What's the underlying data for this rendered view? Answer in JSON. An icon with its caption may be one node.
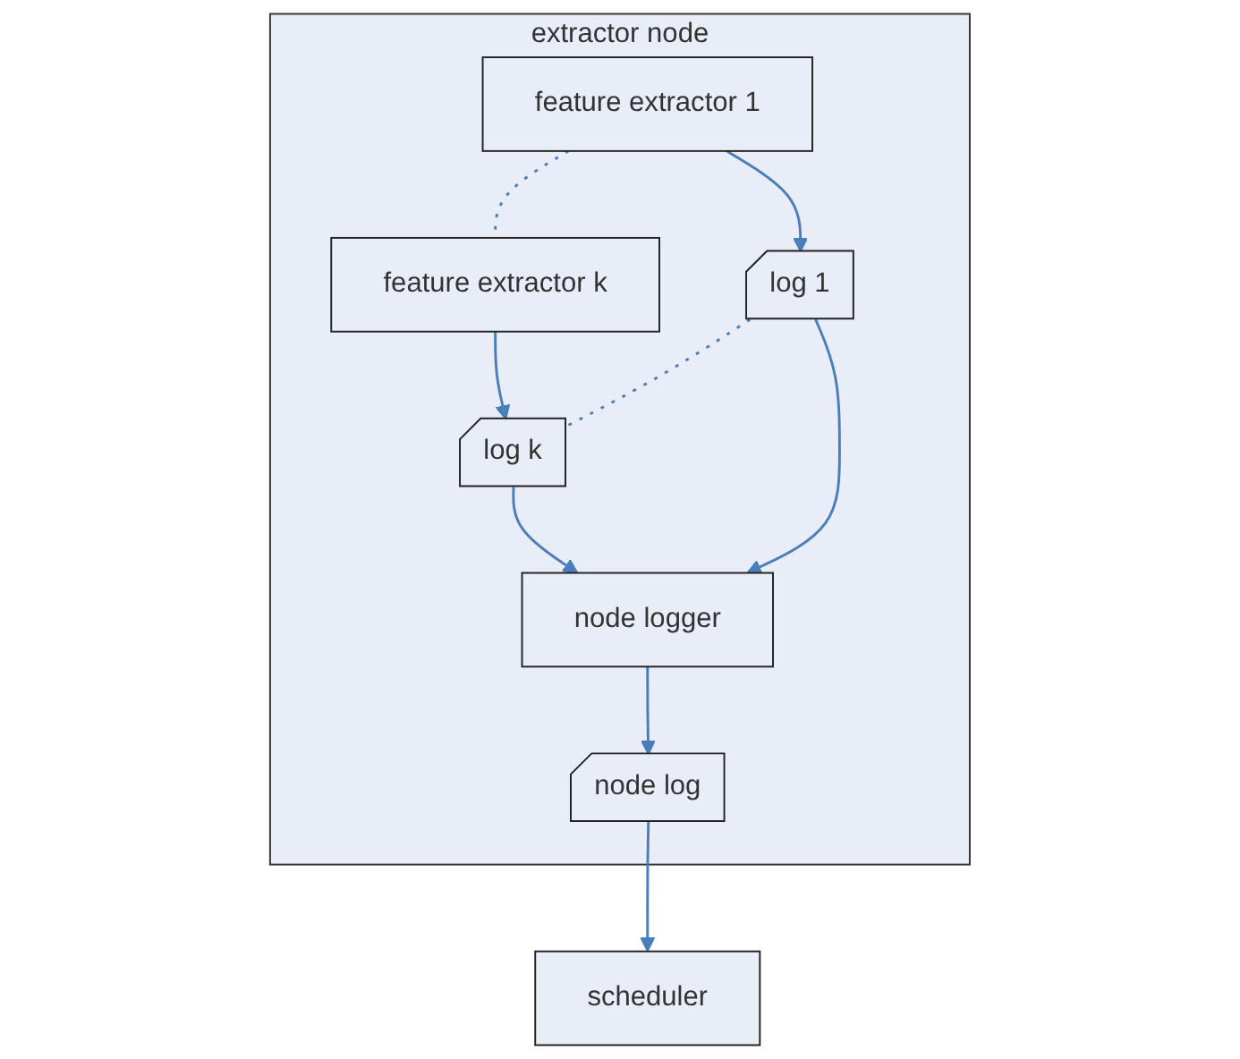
{
  "diagram": {
    "nodes": [
      {
        "text": [
          "extractor node"
        ]
      },
      {
        "text": [
          "feature extractor 1"
        ],
        "in": 0
      },
      {
        "text": [
          "feature extractor k"
        ],
        "in": 0
      },
      {
        "text": [
          "log 1"
        ],
        "in": 0
      },
      {
        "text": [
          "log k"
        ],
        "in": 0
      },
      {
        "text": [
          "node logger"
        ],
        "in": 0
      },
      {
        "text": [
          "node log"
        ],
        "in": 0
      },
      {
        "text": [
          "scheduler"
        ]
      }
    ],
    "edges": [
      {
        "from": 1,
        "to": 2,
        "arrow": "none",
        "style": "dashed"
      },
      {
        "from": 1,
        "to": 3,
        "arrow": "to"
      },
      {
        "from": 2,
        "to": 4,
        "arrow": "to"
      },
      {
        "from": 3,
        "to": 4,
        "arrow": "none",
        "style": "dashed"
      },
      {
        "from": 3,
        "to": 5,
        "arrow": "to"
      },
      {
        "from": 4,
        "to": 5,
        "arrow": "to"
      },
      {
        "from": 5,
        "to": 6,
        "arrow": "to"
      },
      {
        "from": 6,
        "to": 7,
        "arrow": "to"
      }
    ]
  }
}
